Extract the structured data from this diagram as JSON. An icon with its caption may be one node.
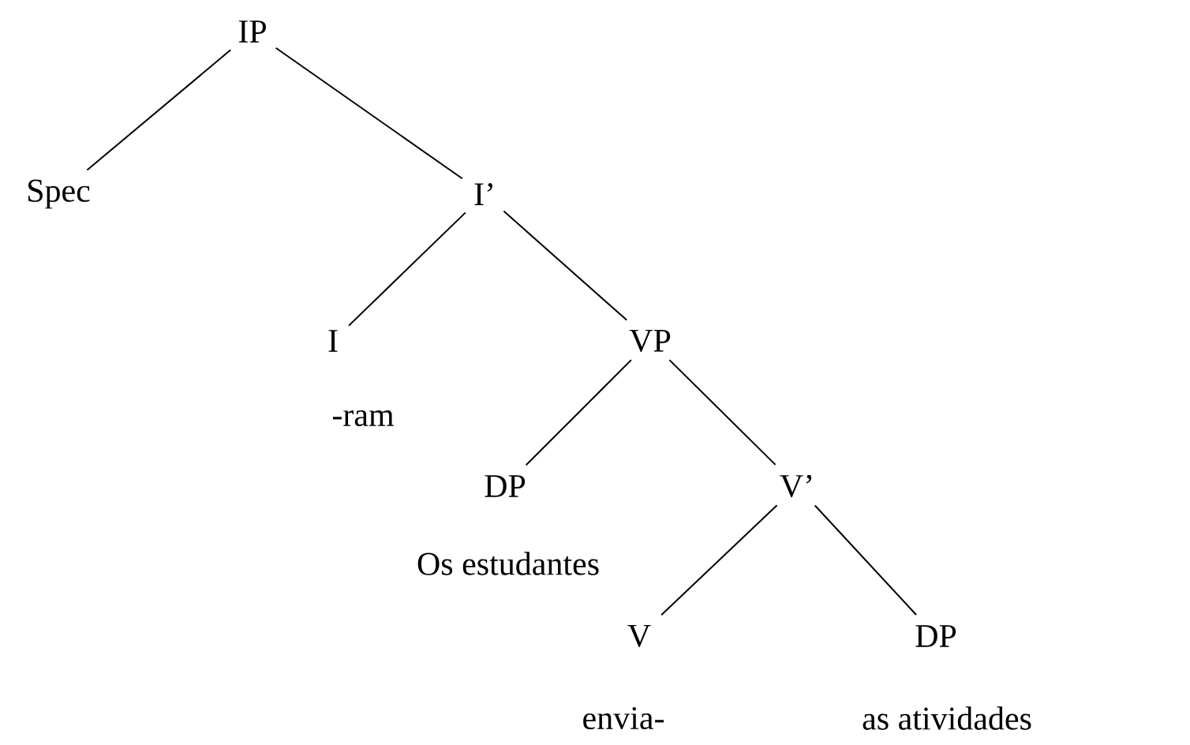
{
  "diagram": {
    "nodes": [
      {
        "text": [
          "IP"
        ]
      },
      {
        "text": [
          "Spec"
        ]
      },
      {
        "text": [
          "I’"
        ]
      },
      {
        "text": [
          "I"
        ],
        "beside": [
          "-ram"
        ]
      },
      {
        "text": [
          "VP"
        ]
      },
      {
        "text": [
          "DP"
        ],
        "beside": [
          "Os estudantes"
        ]
      },
      {
        "text": [
          "V’"
        ]
      },
      {
        "text": [
          "V"
        ],
        "beside": [
          "envia-"
        ]
      },
      {
        "text": [
          "DP"
        ],
        "beside": [
          "as atividades"
        ]
      }
    ],
    "edges": [
      {
        "from": 0,
        "to": 1,
        "arrow": "none"
      },
      {
        "from": 0,
        "to": 2,
        "arrow": "none"
      },
      {
        "from": 2,
        "to": 3,
        "arrow": "none"
      },
      {
        "from": 2,
        "to": 4,
        "arrow": "none"
      },
      {
        "from": 4,
        "to": 5,
        "arrow": "none"
      },
      {
        "from": 4,
        "to": 6,
        "arrow": "none"
      },
      {
        "from": 6,
        "to": 7,
        "arrow": "none"
      },
      {
        "from": 6,
        "to": 8,
        "arrow": "none"
      }
    ]
  }
}
